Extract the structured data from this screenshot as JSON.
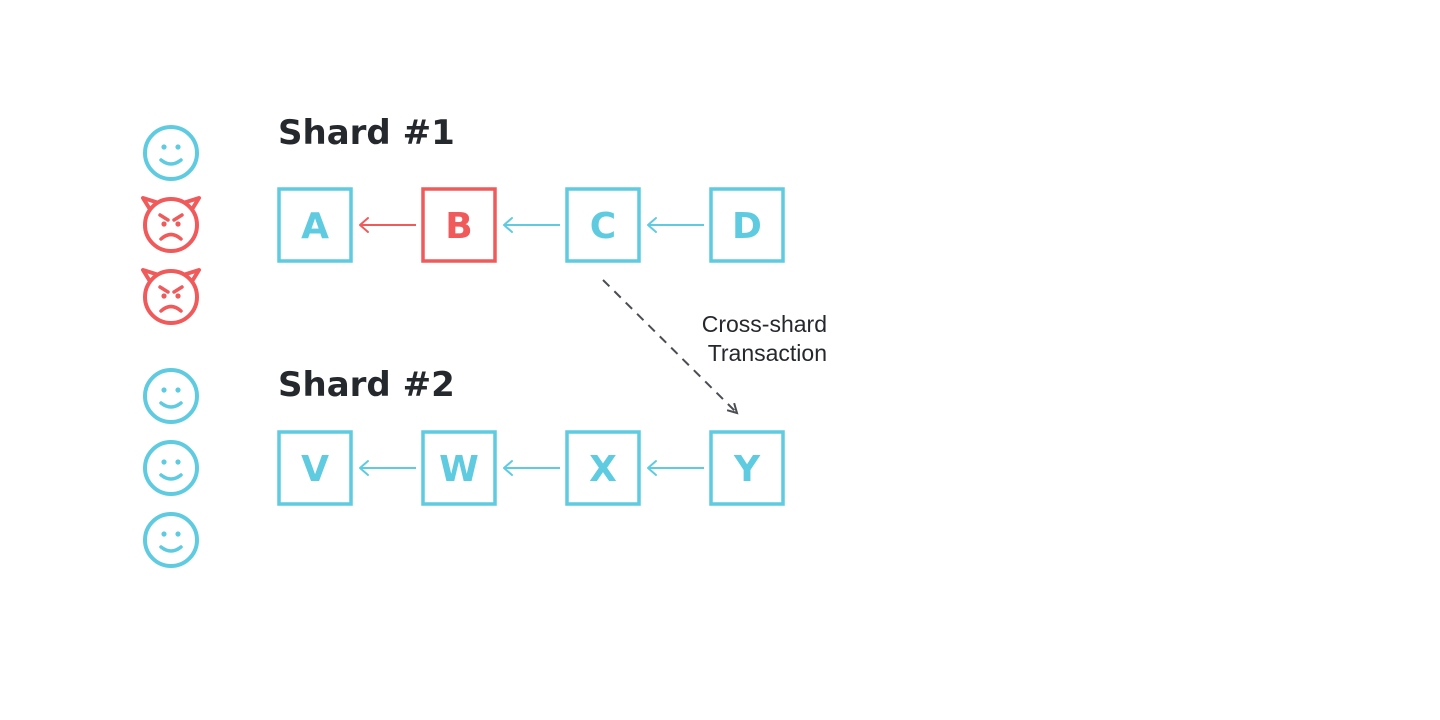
{
  "colors": {
    "honest": "#5ecbe0",
    "malicious": "#f05a5a",
    "text": "#25282c",
    "cross_shard_arrow": "#4a4d52"
  },
  "validators": [
    {
      "kind": "honest",
      "icon": "smiley-face-icon"
    },
    {
      "kind": "malicious",
      "icon": "devil-face-icon"
    },
    {
      "kind": "malicious",
      "icon": "devil-face-icon"
    },
    {
      "kind": "honest",
      "icon": "smiley-face-icon"
    },
    {
      "kind": "honest",
      "icon": "smiley-face-icon"
    },
    {
      "kind": "honest",
      "icon": "smiley-face-icon"
    }
  ],
  "shards": [
    {
      "title": "Shard #1",
      "blocks": [
        {
          "label": "A",
          "status": "honest"
        },
        {
          "label": "B",
          "status": "malicious"
        },
        {
          "label": "C",
          "status": "honest"
        },
        {
          "label": "D",
          "status": "honest"
        }
      ],
      "links": [
        {
          "from": "B",
          "to": "A",
          "status": "malicious"
        },
        {
          "from": "C",
          "to": "B",
          "status": "honest"
        },
        {
          "from": "D",
          "to": "C",
          "status": "honest"
        }
      ]
    },
    {
      "title": "Shard #2",
      "blocks": [
        {
          "label": "V",
          "status": "honest"
        },
        {
          "label": "W",
          "status": "honest"
        },
        {
          "label": "X",
          "status": "honest"
        },
        {
          "label": "Y",
          "status": "honest"
        }
      ],
      "links": [
        {
          "from": "W",
          "to": "V",
          "status": "honest"
        },
        {
          "from": "X",
          "to": "W",
          "status": "honest"
        },
        {
          "from": "Y",
          "to": "X",
          "status": "honest"
        }
      ]
    }
  ],
  "cross_shard": {
    "from": "C",
    "to": "Y",
    "label_lines": [
      "Cross-shard",
      "Transaction"
    ]
  }
}
